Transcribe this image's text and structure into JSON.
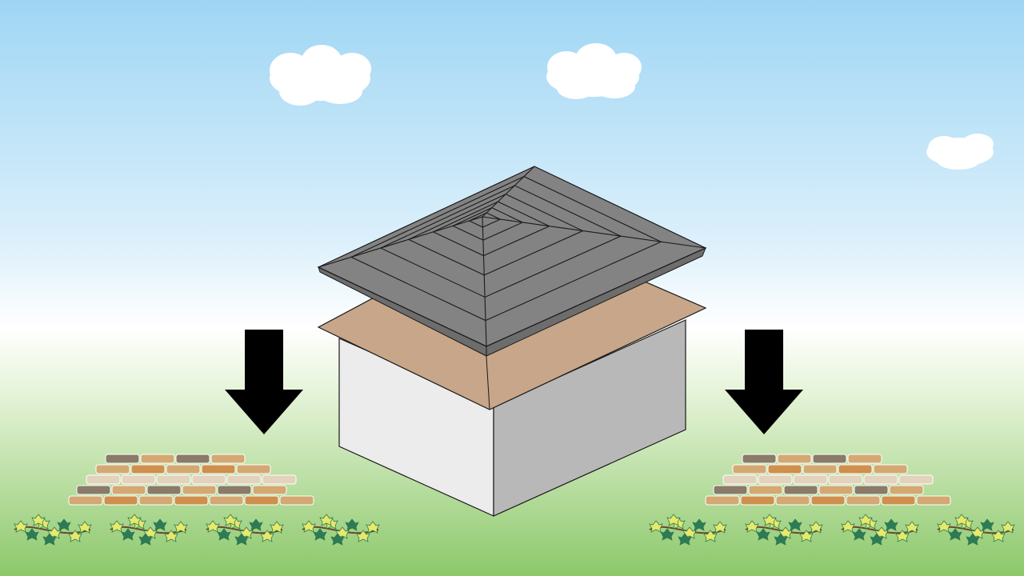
{
  "scene": {
    "colors": {
      "sky_top": "#9fd6f4",
      "sky_mid": "#e4f3fc",
      "horizon": "#ffffff",
      "grass_top": "#dff0cf",
      "grass_bottom": "#8cc86a",
      "cloud": "#ffffff",
      "roof_slate": "#838383",
      "roof_line": "#1e1e1e",
      "underlay": "#c7a689",
      "wall_front": "#ececec",
      "wall_side": "#b8b8b8",
      "arrow": "#000000",
      "brick_tan": "#d4a873",
      "brick_light": "#e3d2bc",
      "brick_dark": "#8a7a68",
      "brick_orange": "#cf8f4d",
      "leaf": "#e6e96a",
      "leaf_dark": "#2e7a55",
      "vine": "#6b4a2a"
    },
    "items": {
      "house": "house-illustration",
      "roof": "slate-roof-lifted",
      "arrows": "down-arrow-icon",
      "bricks": "brick-pile",
      "vines": "ivy-vine"
    }
  }
}
